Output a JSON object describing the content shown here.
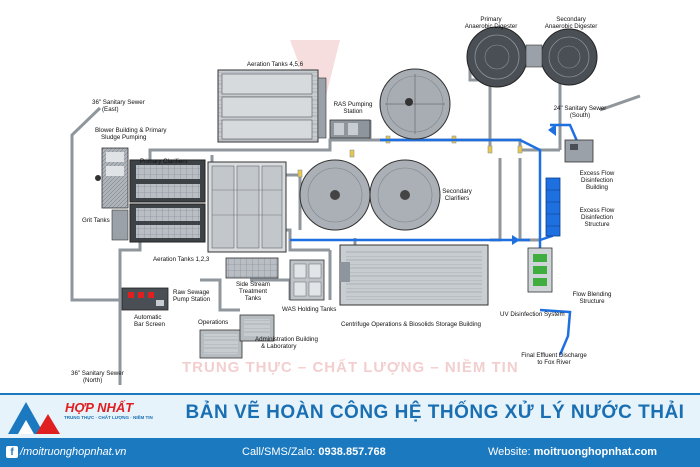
{
  "diagram": {
    "labels": {
      "primary_anaerobic_digester": [
        "Primary",
        "Anaerobic Digester"
      ],
      "secondary_anaerobic_digester": [
        "Secondary",
        "Anaerobic Digester"
      ],
      "aeration_tanks_456": "Aeration Tanks 4,5,6",
      "sanitary_sewer_east": [
        "36\" Sanitary Sewer",
        "(East)"
      ],
      "blower_building": [
        "Blower Building & Primary",
        "Sludge Pumping"
      ],
      "ras_pumping_station": [
        "RAS Pumping",
        "Station"
      ],
      "sanitary_sewer_south": [
        "24\" Sanitary Sewer",
        "(South)"
      ],
      "primary_clarifiers": "Primary Clarifiers",
      "excess_flow_building": [
        "Excess Flow",
        "Disinfection",
        "Building"
      ],
      "secondary_clarifiers": [
        "Secondary",
        "Clarifiers"
      ],
      "excess_flow_structure": [
        "Excess Flow",
        "Disinfection",
        "Structure"
      ],
      "grit_tanks": "Grit Tanks",
      "aeration_tanks_123": "Aeration Tanks 1,2,3",
      "raw_sewage_pump": [
        "Raw Sewage",
        "Pump Station"
      ],
      "side_stream": [
        "Side Stream",
        "Treatment",
        "Tanks"
      ],
      "was_holding_tanks": "WAS Holding Tanks",
      "flow_blending_structure": [
        "Flow Blending",
        "Structure"
      ],
      "automatic_bar_screen": [
        "Automatic",
        "Bar Screen"
      ],
      "operations": "Operations",
      "centrifuge": "Centrifuge Operations & Biosolids Storage Building",
      "uv_disinfection": "UV Disinfection System",
      "administration": [
        "Administration Building",
        "& Laboratory"
      ],
      "final_effluent": [
        "Final Effluent Discharge",
        "to Fox River"
      ],
      "sanitary_sewer_north": [
        "36\" Sanitary Sewer",
        "(North)"
      ]
    },
    "watermark": "TRUNG THỰC – CHẤT LƯỢNG – NIỀM TIN"
  },
  "banner": {
    "logo": "HỢP NHẤT",
    "slogan": "TRUNG THỰC · CHẤT LƯỢNG · NIỀM TIN",
    "title": "BẢN VẼ HOÀN CÔNG HỆ THỐNG XỬ LÝ NƯỚC THẢI"
  },
  "footer": {
    "facebook": "/moitruonghopnhat.vn",
    "contact_label": "Call/SMS/Zalo:",
    "phone": "0938.857.768",
    "website_label": "Website:",
    "website": "moitruonghopnhat.com"
  },
  "colors": {
    "brand_blue": "#1b79c0",
    "brand_red": "#e02020",
    "pipe_blue": "#1e6fe0"
  }
}
